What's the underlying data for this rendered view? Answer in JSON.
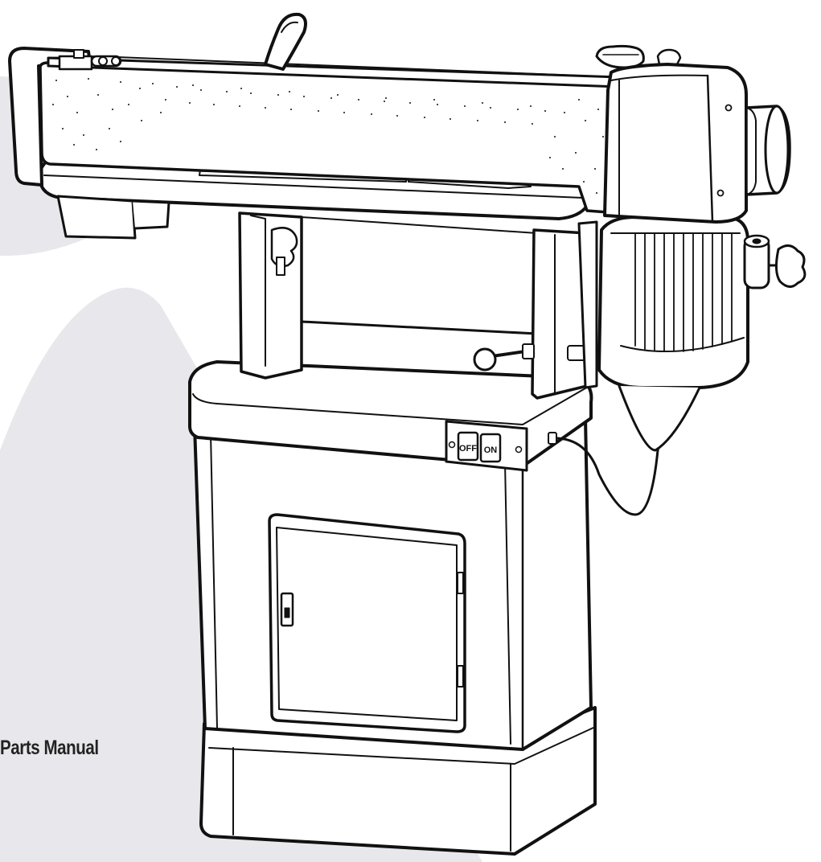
{
  "cover": {
    "caption": "Parts Manual"
  },
  "switch_box": {
    "off_label": "OFF",
    "on_label": "ON"
  },
  "colors": {
    "background_shape": "#e8e8ec",
    "outline": "#111111",
    "fill": "#ffffff"
  }
}
